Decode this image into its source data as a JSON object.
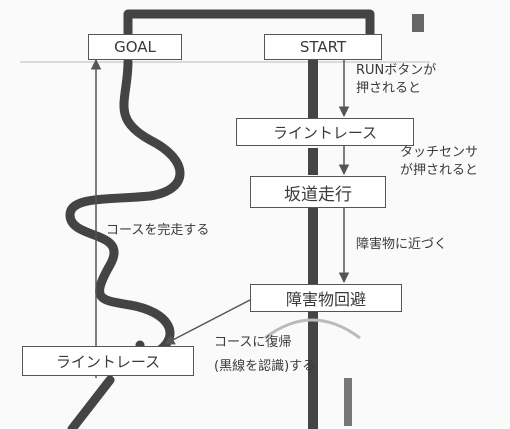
{
  "nodes": {
    "goal": "GOAL",
    "start": "START",
    "line_trace_1": "ライントレース",
    "slope": "坂道走行",
    "obstacle": "障害物回避",
    "line_trace_2": "ライントレース"
  },
  "transitions": {
    "run_pressed_1": "RUNボタンが",
    "run_pressed_2": "押されると",
    "touch_pressed_1": "タッチセンサ",
    "touch_pressed_2": "が押されると",
    "near_obstacle": "障害物に近づく",
    "return_course": "コースに復帰",
    "recognize_line": "(黒線を認識)する",
    "finish_course": "コースを完走する"
  },
  "colors": {
    "course_line": "#444444",
    "box_border": "#555555",
    "arrow": "#555555",
    "text": "#3a3a3a"
  }
}
